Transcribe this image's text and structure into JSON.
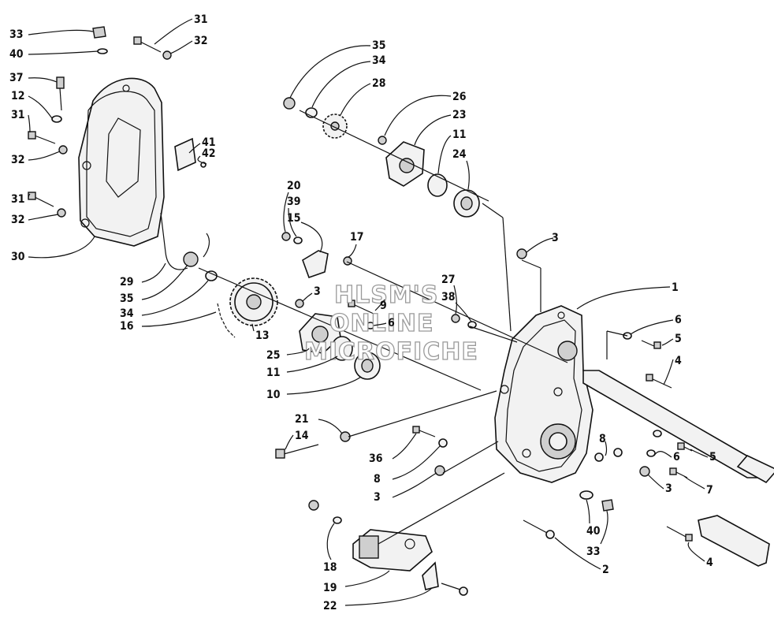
{
  "watermark": {
    "line1": "HLSM'S",
    "line2": "ONLINE",
    "line3": "MICROFICHE"
  },
  "callouts": [
    {
      "id": "c33a",
      "label": "33"
    },
    {
      "id": "c40a",
      "label": "40"
    },
    {
      "id": "c37",
      "label": "37"
    },
    {
      "id": "c12",
      "label": "12"
    },
    {
      "id": "c31a",
      "label": "31"
    },
    {
      "id": "c32a",
      "label": "32"
    },
    {
      "id": "c31b",
      "label": "31"
    },
    {
      "id": "c32b",
      "label": "32"
    },
    {
      "id": "c31c",
      "label": "31"
    },
    {
      "id": "c32c",
      "label": "32"
    },
    {
      "id": "c30",
      "label": "30"
    },
    {
      "id": "c41",
      "label": "41"
    },
    {
      "id": "c42",
      "label": "42"
    },
    {
      "id": "c35a",
      "label": "35"
    },
    {
      "id": "c34a",
      "label": "34"
    },
    {
      "id": "c28",
      "label": "28"
    },
    {
      "id": "c26",
      "label": "26"
    },
    {
      "id": "c23",
      "label": "23"
    },
    {
      "id": "c11a",
      "label": "11"
    },
    {
      "id": "c24",
      "label": "24"
    },
    {
      "id": "c20",
      "label": "20"
    },
    {
      "id": "c39",
      "label": "39"
    },
    {
      "id": "c15",
      "label": "15"
    },
    {
      "id": "c17",
      "label": "17"
    },
    {
      "id": "c3a",
      "label": "3"
    },
    {
      "id": "c1",
      "label": "1"
    },
    {
      "id": "c27",
      "label": "27"
    },
    {
      "id": "c38",
      "label": "38"
    },
    {
      "id": "c3b",
      "label": "3"
    },
    {
      "id": "c9",
      "label": "9"
    },
    {
      "id": "c6a",
      "label": "6"
    },
    {
      "id": "c29",
      "label": "29"
    },
    {
      "id": "c35b",
      "label": "35"
    },
    {
      "id": "c34b",
      "label": "34"
    },
    {
      "id": "c16",
      "label": "16"
    },
    {
      "id": "c13",
      "label": "13"
    },
    {
      "id": "c25",
      "label": "25"
    },
    {
      "id": "c11b",
      "label": "11"
    },
    {
      "id": "c10",
      "label": "10"
    },
    {
      "id": "c6b",
      "label": "6"
    },
    {
      "id": "c5a",
      "label": "5"
    },
    {
      "id": "c4a",
      "label": "4"
    },
    {
      "id": "c21",
      "label": "21"
    },
    {
      "id": "c14",
      "label": "14"
    },
    {
      "id": "c36",
      "label": "36"
    },
    {
      "id": "c8a",
      "label": "8"
    },
    {
      "id": "c8b",
      "label": "8"
    },
    {
      "id": "c6c",
      "label": "6"
    },
    {
      "id": "c5b",
      "label": "5"
    },
    {
      "id": "c3c",
      "label": "3"
    },
    {
      "id": "c7",
      "label": "7"
    },
    {
      "id": "c3d",
      "label": "3"
    },
    {
      "id": "c40b",
      "label": "40"
    },
    {
      "id": "c33b",
      "label": "33"
    },
    {
      "id": "c18",
      "label": "18"
    },
    {
      "id": "c2",
      "label": "2"
    },
    {
      "id": "c4b",
      "label": "4"
    },
    {
      "id": "c19",
      "label": "19"
    },
    {
      "id": "c22",
      "label": "22"
    }
  ]
}
